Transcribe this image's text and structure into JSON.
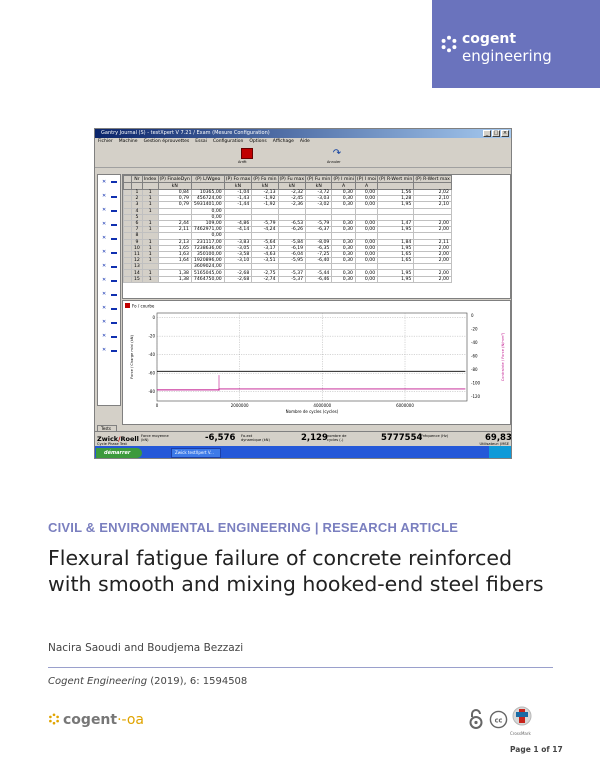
{
  "brand": {
    "word1": "cogent",
    "word2": "engineering",
    "color": "#6a73bd"
  },
  "figure": {
    "window_title": "Gantry Journal (S) - testXpert V 7.21 / Exam (Mesure Configuration)",
    "menu": [
      "Fichier",
      "Machine",
      "Gestion éprouvettes",
      "Essai",
      "Configuration",
      "Options",
      "Affichage",
      "Aide"
    ],
    "toolbar": {
      "stop_label": "Arrêt",
      "reset_label": "Annuler"
    },
    "table_headers": [
      "Nr",
      "Index",
      "(P) FinaleDyn",
      "(P) L/Wgeo",
      "(P) Fo max",
      "(P) Fo min",
      "(P) Fu max",
      "(P) Fu min",
      "(P) I mini",
      "(P) I moi",
      "(P) R-Wert min",
      "(P) R-Wert max"
    ],
    "table_units": [
      "",
      "",
      "kN",
      "",
      "kN",
      "kN",
      "kN",
      "kN",
      "A",
      "A",
      "",
      ""
    ],
    "table_rows": [
      [
        "1",
        "1",
        "0,84",
        "10365,00",
        "-1,04",
        "-2,13",
        "-2,32",
        "-3,72",
        "0,30",
        "0,00",
        "1,56",
        "2,02"
      ],
      [
        "2",
        "1",
        "0,79",
        "456724,00",
        "-1,43",
        "-1,92",
        "-2,45",
        "-3,03",
        "0,30",
        "0,00",
        "1,28",
        "2,10"
      ],
      [
        "3",
        "1",
        "0,79",
        "5931401,00",
        "-1,44",
        "-1,92",
        "-2,36",
        "-3,02",
        "0,30",
        "0,00",
        "1,95",
        "2,10"
      ],
      [
        "4",
        "1",
        "",
        "0,00",
        "",
        "",
        "",
        "",
        "",
        "",
        "",
        ""
      ],
      [
        "5",
        "",
        "",
        "0,00",
        "",
        "",
        "",
        "",
        "",
        "",
        "",
        ""
      ],
      [
        "6",
        "1",
        "2,44",
        "109,00",
        "-4,86",
        "-5,79",
        "-6,53",
        "-5,79",
        "0,30",
        "0,00",
        "1,47",
        "2,00"
      ],
      [
        "7",
        "1",
        "2,11",
        "7462971,00",
        "-4,14",
        "-4,24",
        "-6,26",
        "-6,37",
        "0,30",
        "0,00",
        "1,95",
        "2,00"
      ],
      [
        "8",
        "",
        "",
        "0,00",
        "",
        "",
        "",
        "",
        "",
        "",
        "",
        ""
      ],
      [
        "9",
        "1",
        "2,13",
        "231117,00",
        "-3,83",
        "-5,64",
        "-5,84",
        "-8,09",
        "0,30",
        "0,00",
        "1,84",
        "2,11"
      ],
      [
        "10",
        "1",
        "1,65",
        "7238636,00",
        "-3,05",
        "-3,17",
        "-6,19",
        "-6,35",
        "0,30",
        "0,00",
        "1,95",
        "2,00"
      ],
      [
        "11",
        "1",
        "1,63",
        "350100,00",
        "-3,58",
        "-4,63",
        "-6,04",
        "-7,25",
        "0,30",
        "0,00",
        "1,65",
        "2,00"
      ],
      [
        "12",
        "1",
        "1,64",
        "1920896,00",
        "-3,10",
        "-3,51",
        "-5,95",
        "-6,40",
        "0,30",
        "0,00",
        "1,65",
        "2,00"
      ],
      [
        "13",
        "",
        "",
        "3609024,00",
        "",
        "",
        "",
        "",
        "",
        "",
        "",
        ""
      ],
      [
        "14",
        "1",
        "1,38",
        "5165045,00",
        "-2,68",
        "-2,75",
        "-5,37",
        "-5,44",
        "0,30",
        "0,00",
        "1,95",
        "2,00"
      ],
      [
        "15",
        "1",
        "1,38",
        "7464750,00",
        "-2,68",
        "-2,74",
        "-5,37",
        "-6,46",
        "0,30",
        "0,00",
        "1,95",
        "2,00"
      ]
    ],
    "chart_data": {
      "type": "line",
      "title": "Fo / courbe",
      "xlabel": "Nombre de cycles (cycles)",
      "ylabel": "Force / Charge mini (kN)",
      "ylabel_right": "Contrainte / Force (N/mm²)",
      "x_ticks": [
        "0",
        "2000000",
        "4000000",
        "6000000"
      ],
      "y_ticks": [
        "0",
        "-20",
        "-40",
        "-60",
        "-80"
      ],
      "y2_ticks": [
        "0",
        "-20",
        "-40",
        "-60",
        "-80",
        "-100",
        "-120"
      ],
      "xlim": [
        0,
        7500000
      ],
      "ylim": [
        -90,
        5
      ],
      "series": [
        {
          "name": "",
          "color": "#000000",
          "x": [
            0,
            7460000
          ],
          "y": [
            -58,
            -58
          ]
        },
        {
          "name": "",
          "color": "#c0148c",
          "x": [
            0,
            1500000,
            1500000,
            7460000
          ],
          "y": [
            -78,
            -78,
            -77,
            -77
          ]
        }
      ]
    },
    "tab_label": "Tests",
    "status": {
      "brand_a": "Zwick",
      "brand_b": "Roell",
      "force_label": "Force moyenne (kN)",
      "force_value": "-6,576",
      "dynamic_label": "Fo-ext dynamique (kN)",
      "dynamic_value": "2,129",
      "cycles_label": "nombre de cycles (-)",
      "cycles_value": "5777554",
      "frequency_label": "Fréquence (Hz)",
      "frequency_value": "69,83",
      "phase": "Cycle Phase Test",
      "unit": "Utilisateur: JMSE"
    },
    "taskbar": {
      "start": "démarrer",
      "task": "Zwick testXpert V..."
    }
  },
  "article": {
    "section": "CIVIL & ENVIRONMENTAL ENGINEERING | RESEARCH ARTICLE",
    "title": "Flexural fatigue failure of concrete reinforced with smooth and mixing hooked-end steel fibers",
    "authors": "Nacira Saoudi and Boudjema Bezzazi",
    "journal": "Cogent Engineering",
    "citation_rest": " (2019), 6: 1594508"
  },
  "footer": {
    "oa_word": "cogent",
    "oa_suffix": "oa",
    "crossmark": "CrossMark",
    "page": "Page 1 of 17"
  }
}
